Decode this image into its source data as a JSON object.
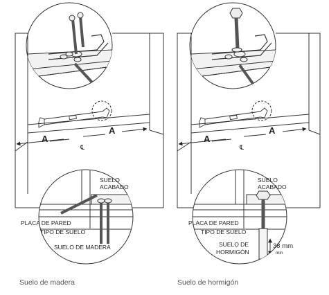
{
  "left_panel": {
    "dimension_label": "A",
    "centerline_symbol": "℄",
    "labels": {
      "finished_floor": [
        "SUELO",
        "ACABADO"
      ],
      "wall_plate": "PLACA DE PARED",
      "floor_type": "TIPO DE SUELO",
      "subfloor": "SUELO DE MADERA"
    },
    "caption": "Suelo de madera"
  },
  "right_panel": {
    "dimension_label": "A",
    "centerline_symbol": "℄",
    "labels": {
      "finished_floor": [
        "SUELO",
        "ACABADO"
      ],
      "wall_plate": "PLACA DE PARED",
      "floor_type": "TIPO DE SUELO",
      "subfloor": [
        "SUELO DE",
        "HORMIGÓN"
      ],
      "depth": "38 mm",
      "depth_qualifier": "min"
    },
    "caption": "Suelo de hormigón"
  }
}
